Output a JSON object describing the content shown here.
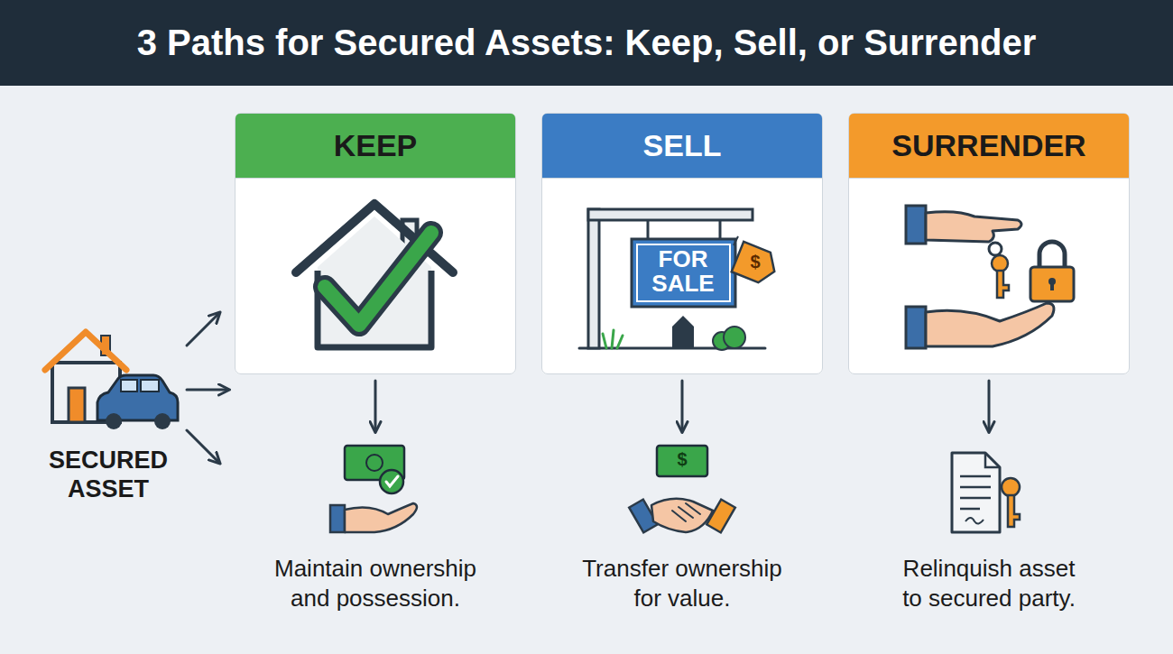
{
  "diagram": {
    "title": "3 Paths for Secured Assets: Keep, Sell, or Surrender",
    "nodes": [
      {
        "text": [
          "KEEP"
        ]
      },
      {
        "text": [
          "SELL"
        ]
      },
      {
        "text": [
          "SURRENDER"
        ]
      }
    ],
    "labels": [
      "SECURED ASSET",
      "FOR SALE",
      "$",
      "$",
      "Maintain ownership and possession.",
      "Transfer ownership for value.",
      "Relinquish asset to secured party."
    ]
  }
}
